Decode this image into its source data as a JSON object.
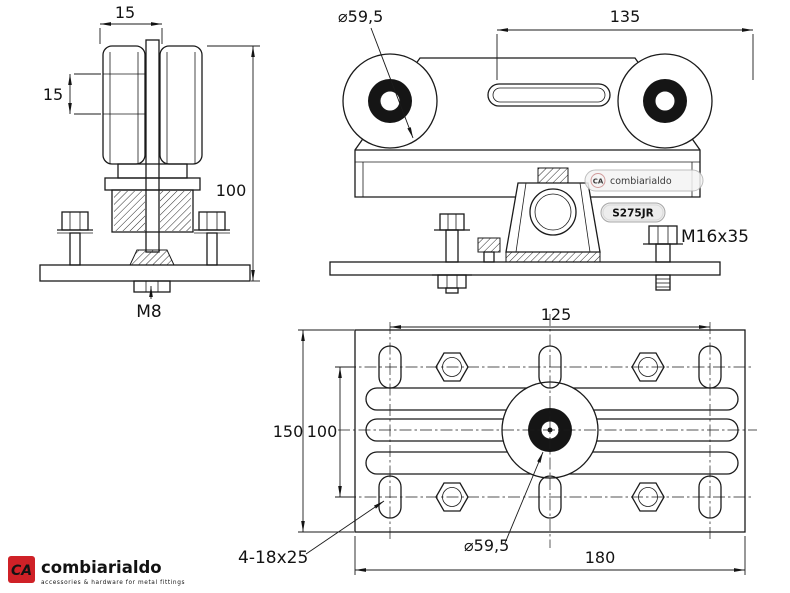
{
  "drawing": {
    "side": {
      "dim_top": "15",
      "dim_groove": "15",
      "dim_height": "100",
      "thread_label": "M8"
    },
    "front": {
      "dim_diameter": "⌀59,5",
      "dim_span": "135",
      "bolt_label": "M16x35",
      "steel_grade": "S275JR",
      "watermark_mark": "CA",
      "watermark_name": "combiarialdo"
    },
    "plan": {
      "dim_hole_spacing": "125",
      "dim_height_outer": "150",
      "dim_height_inner": "100",
      "slot_spec": "4-18x25",
      "dim_diameter": "⌀59,5",
      "dim_width": "180"
    }
  },
  "branding": {
    "mark": "CA",
    "name": "combiarialdo",
    "tagline": "accessories & hardware for metal fittings"
  }
}
